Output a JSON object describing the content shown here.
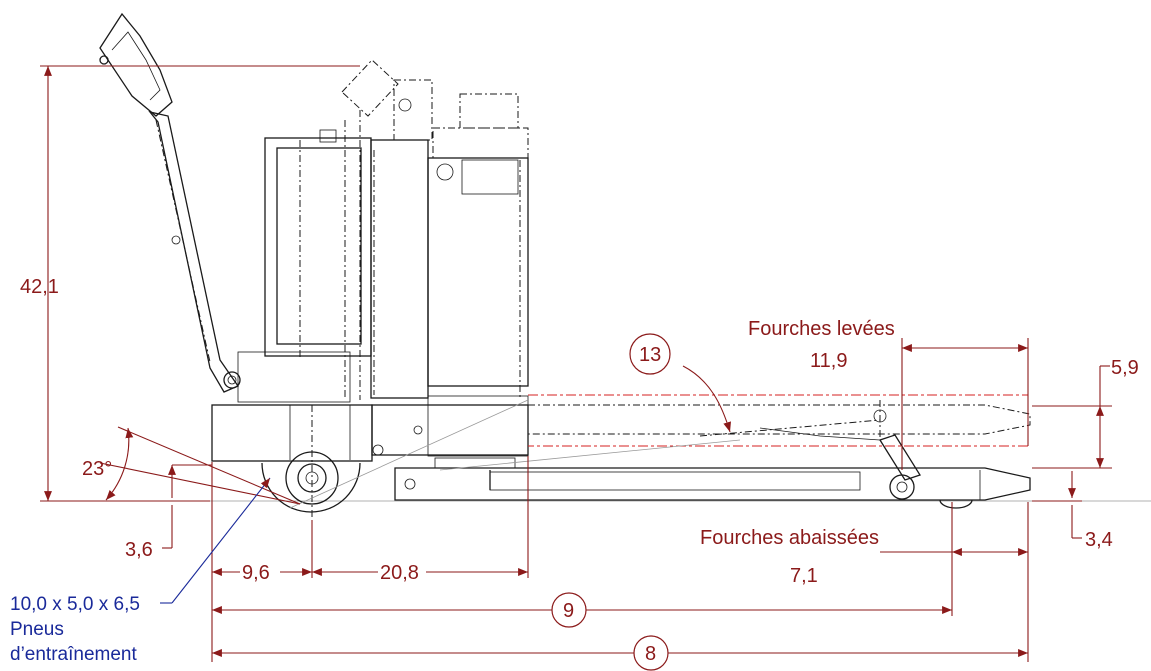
{
  "labels": {
    "height": "42,1",
    "angle": "23°",
    "ground_clearance": "3,6",
    "forks_raised": "Fourches levées",
    "forks_raised_length": "11,9",
    "raised_height": "5,9",
    "forks_lowered": "Fourches abaissées",
    "lowered_height": "3,4",
    "fork_end_length": "7,1",
    "dim_a": "9,6",
    "dim_b": "20,8",
    "callout_13": "13",
    "callout_9": "9",
    "callout_8": "8",
    "tire_size": "10,0 x 5,0 x 6,5",
    "tire_label_1": "Pneus",
    "tire_label_2": "d’entraînement"
  },
  "colors": {
    "dimension": "#8b1a1a",
    "tire_callout": "#1a2a9a",
    "raised_fork_outline": "#d42020",
    "drawing_ink": "#1a1a1a"
  }
}
